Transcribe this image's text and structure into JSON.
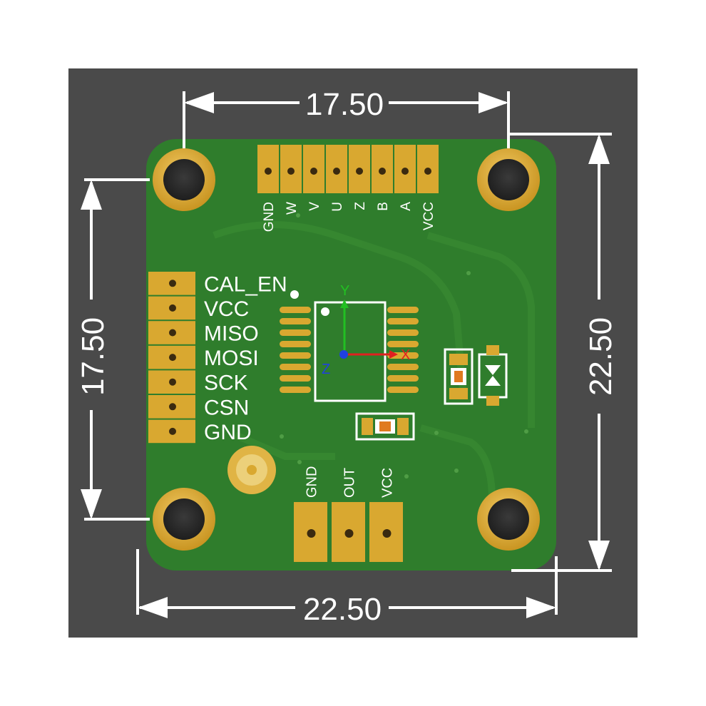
{
  "dimensions": {
    "top_width": "17.50",
    "left_height": "17.50",
    "right_height": "22.50",
    "bottom_width": "22.50"
  },
  "top_header_pins": [
    "GND",
    "W",
    "V",
    "U",
    "Z",
    "B",
    "A",
    "VCC"
  ],
  "left_header_pins": [
    "CAL_EN",
    "VCC",
    "MISO",
    "MOSI",
    "SCK",
    "CSN",
    "GND"
  ],
  "bottom_header_pins": [
    "GND",
    "OUT",
    "VCC"
  ],
  "axes": {
    "x": "X",
    "y": "Y",
    "z": "Z"
  },
  "colors": {
    "background": "#4a4a4a",
    "board": "#2e7a2b",
    "pad_gold": "#d9a830",
    "silkscreen": "#ffffff",
    "axis_x": "#e02020",
    "axis_y": "#20c020",
    "axis_z": "#2040e0"
  }
}
